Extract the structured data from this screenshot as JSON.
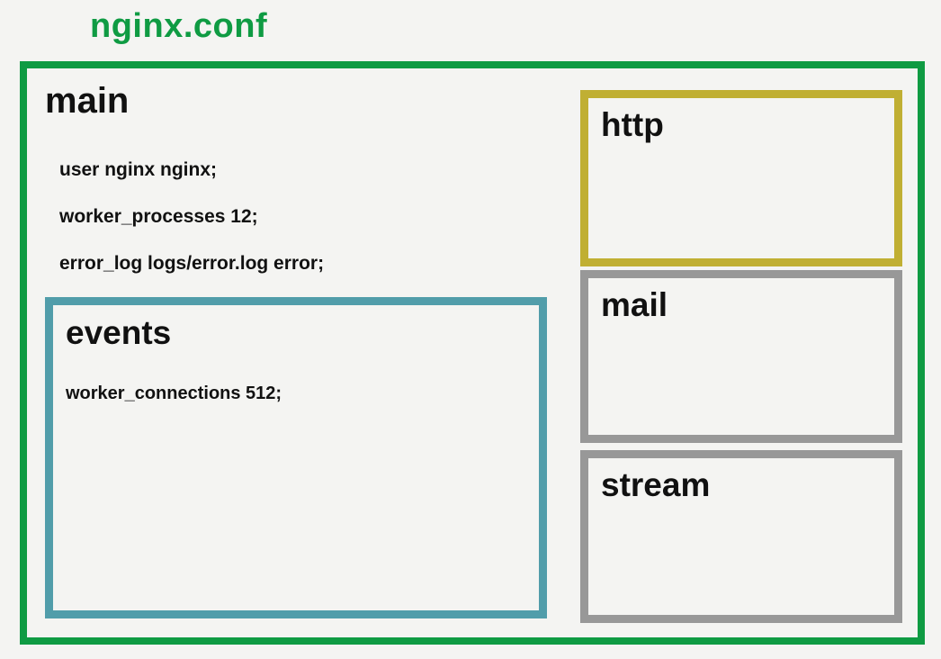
{
  "title": "nginx.conf",
  "colors": {
    "green": "#0f9b43",
    "teal": "#519daa",
    "olive": "#c0af33",
    "gray": "#989898",
    "background": "#f4f4f2",
    "text": "#111111"
  },
  "main_block": {
    "label": "main",
    "directives": [
      "user nginx nginx;",
      "worker_processes 12;",
      "error_log logs/error.log error;"
    ]
  },
  "events_block": {
    "label": "events",
    "directives": [
      "worker_connections 512;"
    ]
  },
  "http_block": {
    "label": "http"
  },
  "mail_block": {
    "label": "mail"
  },
  "stream_block": {
    "label": "stream"
  }
}
